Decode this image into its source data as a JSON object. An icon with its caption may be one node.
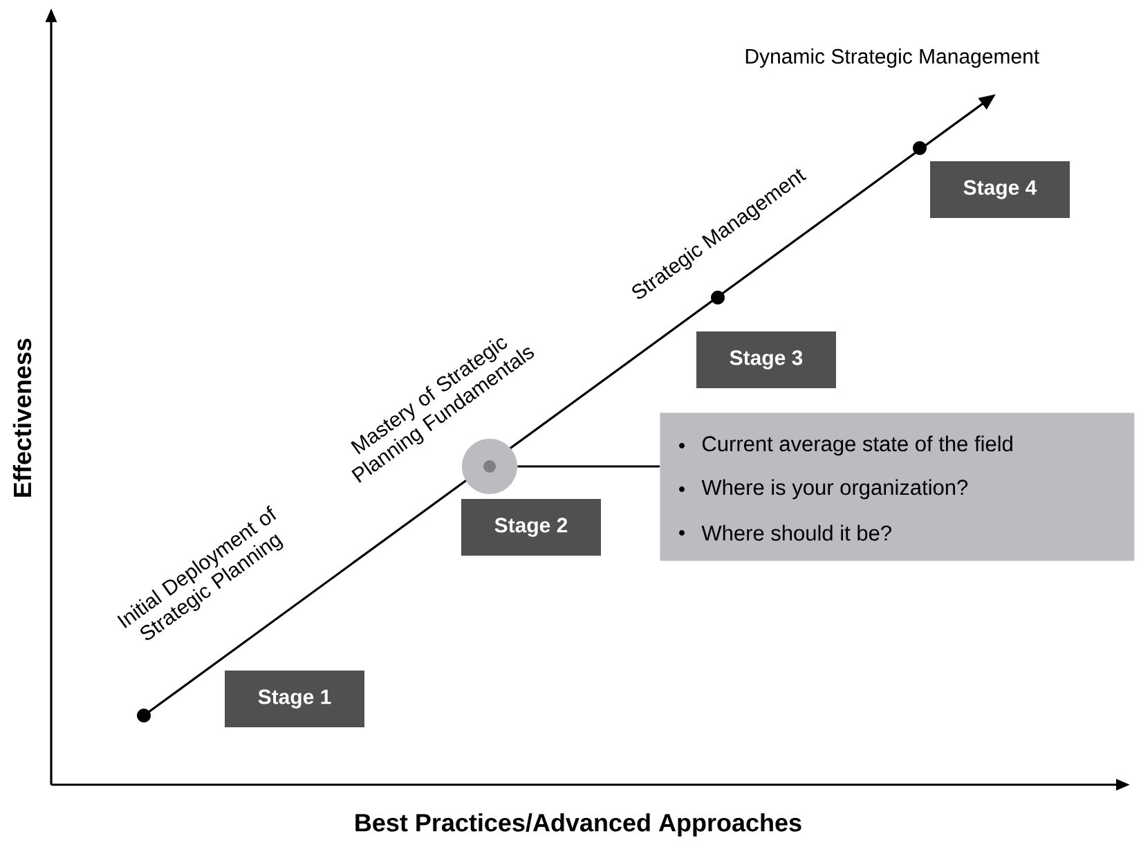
{
  "diagram": {
    "nodes": [
      {
        "text": [
          "Stage 1"
        ]
      },
      {
        "text": [
          "Stage 2"
        ]
      },
      {
        "text": [
          "Stage 3"
        ]
      },
      {
        "text": [
          "Stage 4"
        ]
      },
      {
        "text": [],
        "shape": "circle"
      },
      {
        "text": [
          "Current average state of the field",
          "Where is your organization?",
          "Where should it be?"
        ]
      }
    ],
    "edges": [
      {
        "from": 4,
        "to": 5,
        "arrow": "none"
      }
    ],
    "labels": [
      "Dynamic Strategic Management",
      "Strategic Management",
      "Mastery of Strategic Planning Fundamentals",
      "Initial Deployment of Strategic Planning",
      "Effectiveness",
      "Best Practices/Advanced Approaches"
    ]
  }
}
